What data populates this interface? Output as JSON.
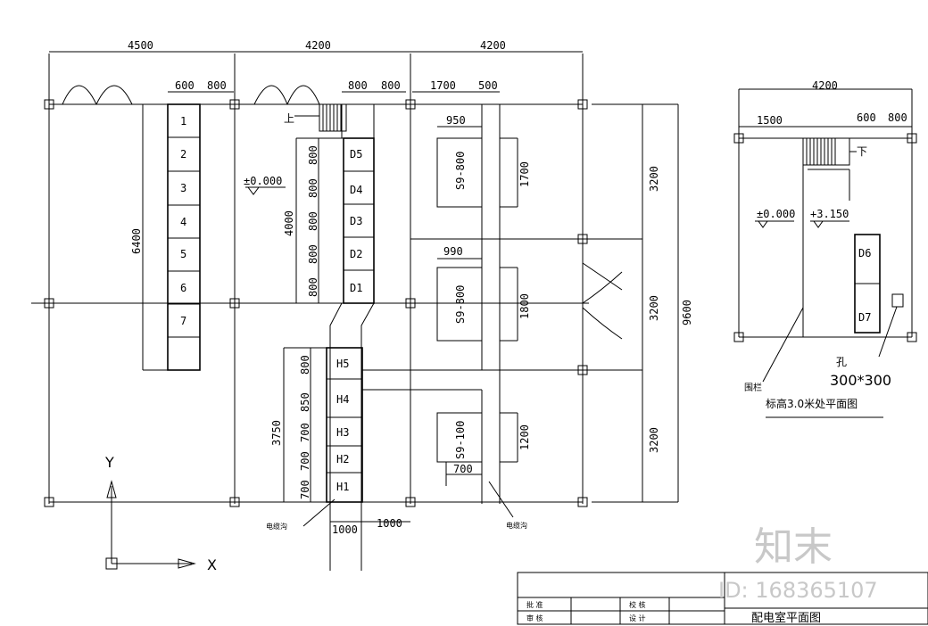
{
  "dims_top": [
    "4500",
    "4200",
    "4200"
  ],
  "dims_sub": [
    "600",
    "800",
    "800",
    "800",
    "1700",
    "500"
  ],
  "dims_left_panel": [
    "6400"
  ],
  "cabinets_numbered": [
    "1",
    "2",
    "3",
    "4",
    "5",
    "6",
    "7"
  ],
  "cabinets_d": [
    "D5",
    "D4",
    "D3",
    "D2",
    "D1"
  ],
  "cabinets_d_dims": [
    "800",
    "800",
    "800",
    "800",
    "800"
  ],
  "cabinets_d_total": "4000",
  "cabinets_h": [
    "H5",
    "H4",
    "H3",
    "H2",
    "H1"
  ],
  "cabinets_h_dims": [
    "800",
    "850",
    "700",
    "700",
    "700"
  ],
  "cabinets_h_total": "3750",
  "level_zero": "±0.000",
  "level_upper": "+3.150",
  "stair_up": "上",
  "stair_down": "下",
  "transformers": [
    "S9-800",
    "S9-800",
    "S9-100"
  ],
  "transformer_dims": [
    "950",
    "1700",
    "990",
    "1800",
    "1200",
    "700"
  ],
  "right_dims": [
    "3200",
    "3200",
    "3200"
  ],
  "right_total": "9600",
  "bottom_dims": [
    "1000",
    "1000"
  ],
  "trench_labels": [
    "电缆沟",
    "电缆沟"
  ],
  "axis_x": "X",
  "axis_y": "Y",
  "upper_plan": {
    "width_dim": "4200",
    "sub_dims": [
      "1500",
      "600",
      "800"
    ],
    "cabinets": [
      "D6",
      "D7"
    ],
    "rail_label": "围栏",
    "hole_label": "孔",
    "hole_size": "300*300",
    "caption": "标高3.0米处平面图"
  },
  "title_block": {
    "r1c1": "批 准",
    "r1c2": "校 核",
    "r2c1": "审 核",
    "r2c2": "设 计",
    "drawing_title": "配电室平面图"
  },
  "watermark": {
    "logo_text": "知末",
    "id_text": "ID: 168365107"
  }
}
